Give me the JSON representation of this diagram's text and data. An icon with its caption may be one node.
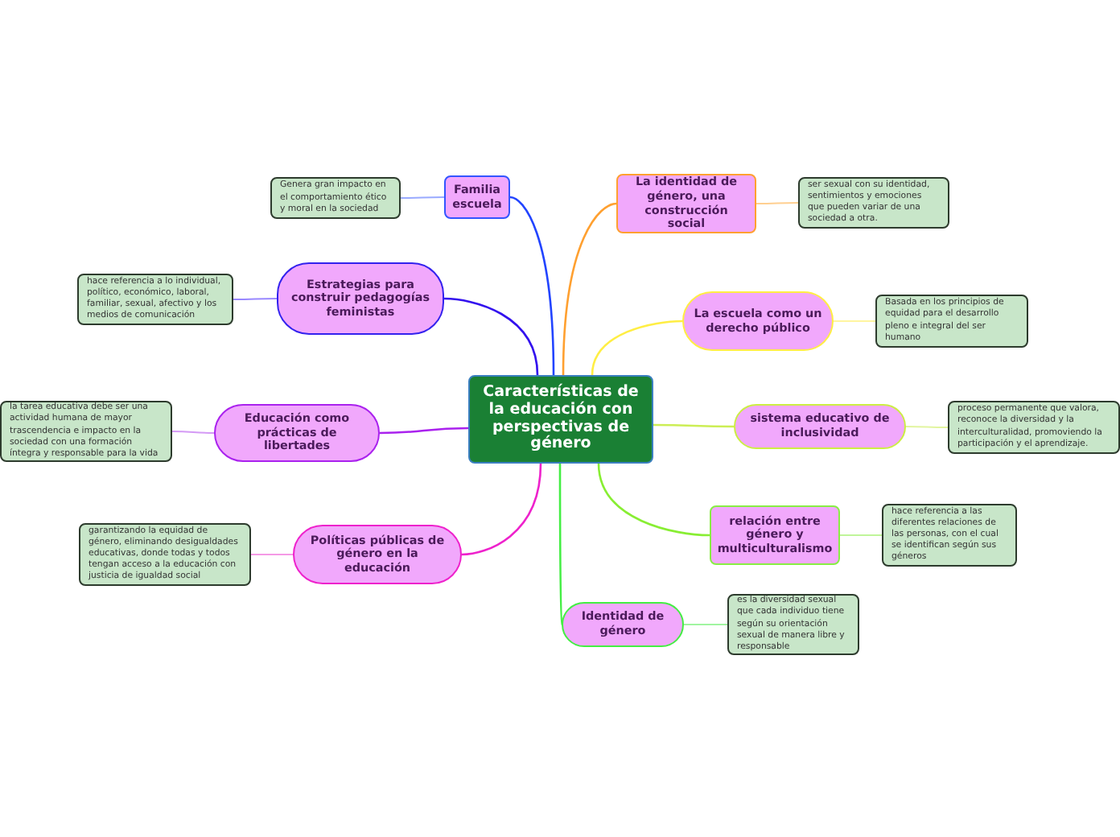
{
  "diagram": {
    "nodes": [
      {
        "text": [
          "Características de la educación con perspectivas de género"
        ]
      },
      {
        "text": [
          "Familia escuela"
        ]
      },
      {
        "text": [
          "Genera gran impacto en el comportamiento ético y moral en la sociedad"
        ]
      },
      {
        "text": [
          "Estrategias para construir pedagogías feministas"
        ]
      },
      {
        "text": [
          "hace referencia a lo individual, político, económico, laboral, familiar, sexual, afectivo y los medios de comunicación"
        ]
      },
      {
        "text": [
          "Educación como prácticas de libertades"
        ]
      },
      {
        "text": [
          "la tarea educativa debe ser una actividad humana de mayor trascendencia e impacto en la sociedad con una formación íntegra y responsable para la vida"
        ]
      },
      {
        "text": [
          "Políticas públicas de género en la educación"
        ]
      },
      {
        "text": [
          "garantizando la equidad de género, eliminando desigualdades educativas, donde todas y todos tengan acceso a la educación con justicia de igualdad social"
        ]
      },
      {
        "text": [
          "La identidad de género, una construcción social"
        ]
      },
      {
        "text": [
          "ser sexual con su identidad, sentimientos y emociones que pueden variar de una sociedad a otra."
        ]
      },
      {
        "text": [
          "La escuela como un derecho público"
        ]
      },
      {
        "text": [
          "Basada en los principios de equidad para el desarrollo pleno e integral del ser humano"
        ]
      },
      {
        "text": [
          "sistema educativo de inclusividad"
        ]
      },
      {
        "text": [
          "proceso permanente que valora, reconoce la diversidad y la interculturalidad, promoviendo la participación y el aprendizaje."
        ]
      },
      {
        "text": [
          "relación entre género y multiculturalismo"
        ]
      },
      {
        "text": [
          "hace referencia a las diferentes relaciones de las personas, con el cual se identifican según sus géneros"
        ]
      },
      {
        "text": [
          "Identidad de género"
        ]
      },
      {
        "text": [
          "es la diversidad sexual que cada individuo tiene según su orientación sexual de manera libre y responsable"
        ]
      }
    ],
    "edges": [
      {
        "from": 0,
        "to": 1,
        "arrow": "none",
        "color": "#2244ff"
      },
      {
        "from": 1,
        "to": 2,
        "arrow": "none",
        "color": "#99aaff"
      },
      {
        "from": 0,
        "to": 3,
        "arrow": "none",
        "color": "#3311ee"
      },
      {
        "from": 3,
        "to": 4,
        "arrow": "none",
        "color": "#9988ff"
      },
      {
        "from": 0,
        "to": 5,
        "arrow": "none",
        "color": "#aa22ee"
      },
      {
        "from": 5,
        "to": 6,
        "arrow": "none",
        "color": "#d49af5"
      },
      {
        "from": 0,
        "to": 7,
        "arrow": "none",
        "color": "#ee22cc"
      },
      {
        "from": 7,
        "to": 8,
        "arrow": "none",
        "color": "#f59ae6"
      },
      {
        "from": 0,
        "to": 9,
        "arrow": "none",
        "color": "#ffa030"
      },
      {
        "from": 9,
        "to": 10,
        "arrow": "none",
        "color": "#ffcf90"
      },
      {
        "from": 0,
        "to": 11,
        "arrow": "none",
        "color": "#ffee44"
      },
      {
        "from": 11,
        "to": 12,
        "arrow": "none",
        "color": "#fff5a0"
      },
      {
        "from": 0,
        "to": 13,
        "arrow": "none",
        "color": "#ccee55"
      },
      {
        "from": 13,
        "to": 14,
        "arrow": "none",
        "color": "#e2f5a0"
      },
      {
        "from": 0,
        "to": 15,
        "arrow": "none",
        "color": "#88ee33"
      },
      {
        "from": 15,
        "to": 16,
        "arrow": "none",
        "color": "#c0f59a"
      },
      {
        "from": 0,
        "to": 17,
        "arrow": "none",
        "color": "#44ee44"
      },
      {
        "from": 17,
        "to": 18,
        "arrow": "none",
        "color": "#a0f5a0"
      }
    ]
  }
}
